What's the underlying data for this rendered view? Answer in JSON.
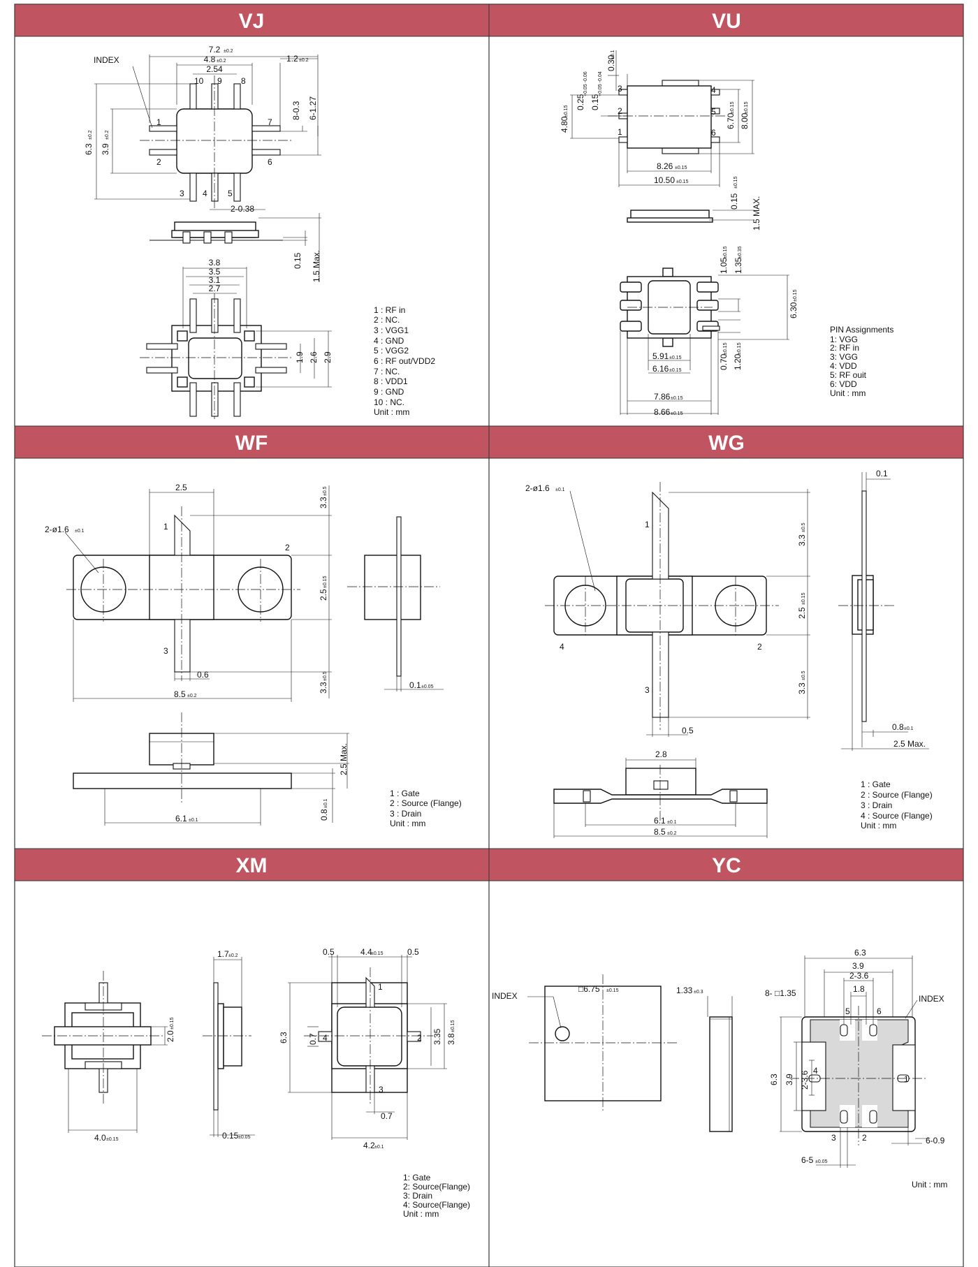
{
  "colors": {
    "header_bg": "#c05460",
    "header_text": "#ffffff",
    "grid_line": "#333333"
  },
  "packages": {
    "vj": {
      "title": "VJ",
      "index": "INDEX",
      "dims": {
        "d72": "7.2",
        "d72t": "±0.2",
        "d48": "4.8",
        "d48t": "±0.2",
        "d254": "2.54",
        "d12": "1.2",
        "d12t": "±0.2",
        "d63": "6.3",
        "d63t": "±0.2",
        "d39": "3.9",
        "d39t": "±0.2",
        "d803": "8-0.3",
        "d6127": "6-1.27",
        "d2038": "2-0.38",
        "d015": "0.15",
        "d15max": "1.5 Max.",
        "d38": "3.8",
        "d35": "3.5",
        "d31": "3.1",
        "d27": "2.7",
        "d19": "1.9",
        "d26": "2.6",
        "d29": "2.9"
      },
      "pins": {
        "p1": "1",
        "p2": "2",
        "p3": "3",
        "p4": "4",
        "p5": "5",
        "p6": "6",
        "p7": "7",
        "p8": "8",
        "p9": "9",
        "p10": "10"
      },
      "legend": [
        "1 : RF in",
        "2 : NC.",
        "3 : VGG1",
        "4 : GND",
        "5 : VGG2",
        "6 : RF out/VDD2",
        "7 : NC.",
        "8 : VDD1",
        "9 : GND",
        "10 : NC.",
        "Unit : mm"
      ]
    },
    "vu": {
      "title": "VU",
      "dims": {
        "d030": "0.30",
        "d030t": "±0.1",
        "d025": "0.25",
        "d025t": "+0.05 -0.06",
        "d015": "0.15",
        "d015t": "+0.05 -0.04",
        "d480": "4.80",
        "d480t": "±0.15",
        "d670": "6.70",
        "d670t": "±0.15",
        "d800": "8.00",
        "d800t": "±0.15",
        "d826": "8.26",
        "d826t": "±0.15",
        "d1050": "10.50",
        "d1050t": "±0.15",
        "dz015": "0.15",
        "dz015t": "±0.15",
        "d15max": "1.5 MAX.",
        "d105": "1.05",
        "d105t": "±0.15",
        "d135": "1.35",
        "d135t": "±0.35",
        "d630": "6.30",
        "d630t": "±0.15",
        "d591": "5.91",
        "d591t": "±0.15",
        "d616": "6.16",
        "d616t": "±0.15",
        "d070": "0.70",
        "d070t": "±0.15",
        "d120": "1.20",
        "d120t": "±0.15",
        "d786": "7.86",
        "d786t": "±0.15",
        "d866": "8.66",
        "d866t": "±0.15"
      },
      "pins": {
        "p1": "1",
        "p2": "2",
        "p3": "3",
        "p4": "4",
        "p5": "5",
        "p6": "6"
      },
      "legend": [
        "PIN Assignments",
        "1: VGG",
        "2: RF in",
        "3: VGG",
        "4: VDD",
        "5: RF ouit",
        "6: VDD",
        "Unit : mm"
      ]
    },
    "wf": {
      "title": "WF",
      "dims": {
        "d25": "2.5",
        "d33a": "3.3",
        "d33at": "±0.5",
        "d25b": "2.5",
        "d25bt": "±0.15",
        "d33c": "3.3",
        "d33ct": "±0.5",
        "d216": "2-ø1.6",
        "d216t": "±0.1",
        "d06": "0.6",
        "d85": "8.5",
        "d85t": "±0.2",
        "d01": "0.1",
        "d01t": "±0.05",
        "d25max": "2.5 Max.",
        "d08": "0.8",
        "d08t": "±0.1",
        "d61": "6.1",
        "d61t": "±0.1"
      },
      "pins": {
        "p1": "1",
        "p2": "2",
        "p3": "3"
      },
      "legend": [
        "1 : Gate",
        "2 : Source (Flange)",
        "3 : Drain",
        "Unit : mm"
      ]
    },
    "wg": {
      "title": "WG",
      "dims": {
        "d216": "2-ø1.6",
        "d216t": "±0.1",
        "d01": "0.1",
        "d33a": "3.3",
        "d33at": "±0.5",
        "d25": "2.5",
        "d25t": "±0.15",
        "d33b": "3.3",
        "d33bt": "±0.5",
        "d05": "0.5",
        "d08": "0.8",
        "d08t": "±0.1",
        "d25max": "2.5 Max.",
        "d28": "2.8",
        "d61": "6.1",
        "d61t": "±0.1",
        "d85": "8.5",
        "d85t": "±0.2"
      },
      "pins": {
        "p1": "1",
        "p2": "2",
        "p3": "3",
        "p4": "4"
      },
      "legend": [
        "1 : Gate",
        "2 : Source (Flange)",
        "3 : Drain",
        "4 : Source (Flange)",
        "Unit : mm"
      ]
    },
    "xm": {
      "title": "XM",
      "dims": {
        "d20": "2.0",
        "d20t": "±0.15",
        "d40": "4.0",
        "d40t": "±0.15",
        "d17": "1.7",
        "d17t": "±0.2",
        "d015": "0.15",
        "d015t": "±0.05",
        "d05a": "0.5",
        "d44": "4.4",
        "d44t": "±0.15",
        "d05b": "0.5",
        "d63": "6.3",
        "d07": "0.7",
        "d335": "3.35",
        "d38": "3.8",
        "d38t": "±0.15",
        "d07b": "0.7",
        "d42": "4.2",
        "d42t": "±0.1"
      },
      "pins": {
        "p1": "1",
        "p2": "2",
        "p3": "3",
        "p4": "4"
      },
      "legend": [
        "1: Gate",
        "2: Source(Flange)",
        "3: Drain",
        "4: Source(Flange)",
        "Unit : mm"
      ]
    },
    "yc": {
      "title": "YC",
      "index_left": "INDEX",
      "index_right": "INDEX",
      "dims": {
        "d675": "□6.75",
        "d675t": "±0.15",
        "d133": "1.33",
        "d133t": "±0.3",
        "d63": "6.3",
        "d39": "3.9",
        "d236": "2-3.6",
        "d18": "1.8",
        "d8135": "8- □1.35",
        "d63v": "6.3",
        "d39v": "3.9",
        "d236v": "2-3.6",
        "d609": "6-0.9",
        "d65": "6-5",
        "d65t": "±0.05"
      },
      "pins": {
        "p1": "1",
        "p2": "2",
        "p3": "3",
        "p4": "4",
        "p5": "5",
        "p6": "6"
      },
      "legend": [
        "Unit : mm"
      ]
    }
  }
}
